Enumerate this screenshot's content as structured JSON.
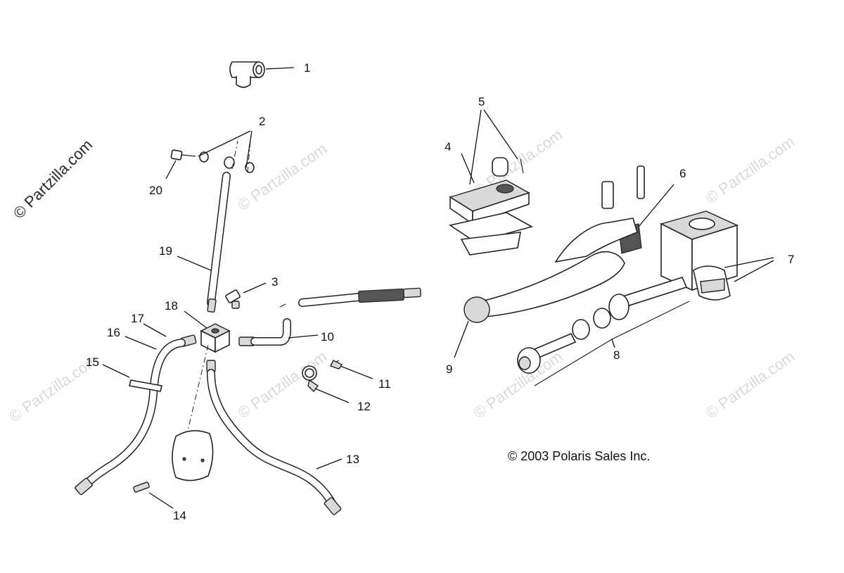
{
  "diagram": {
    "copyright": "© 2003 Polaris Sales Inc.",
    "watermark_main": "© Partzilla.com",
    "watermark_faint": "© Partzilla.com",
    "callouts": [
      "1",
      "2",
      "3",
      "4",
      "5",
      "6",
      "7",
      "8",
      "9",
      "10",
      "11",
      "12",
      "13",
      "14",
      "15",
      "16",
      "17",
      "18",
      "19",
      "20"
    ]
  }
}
